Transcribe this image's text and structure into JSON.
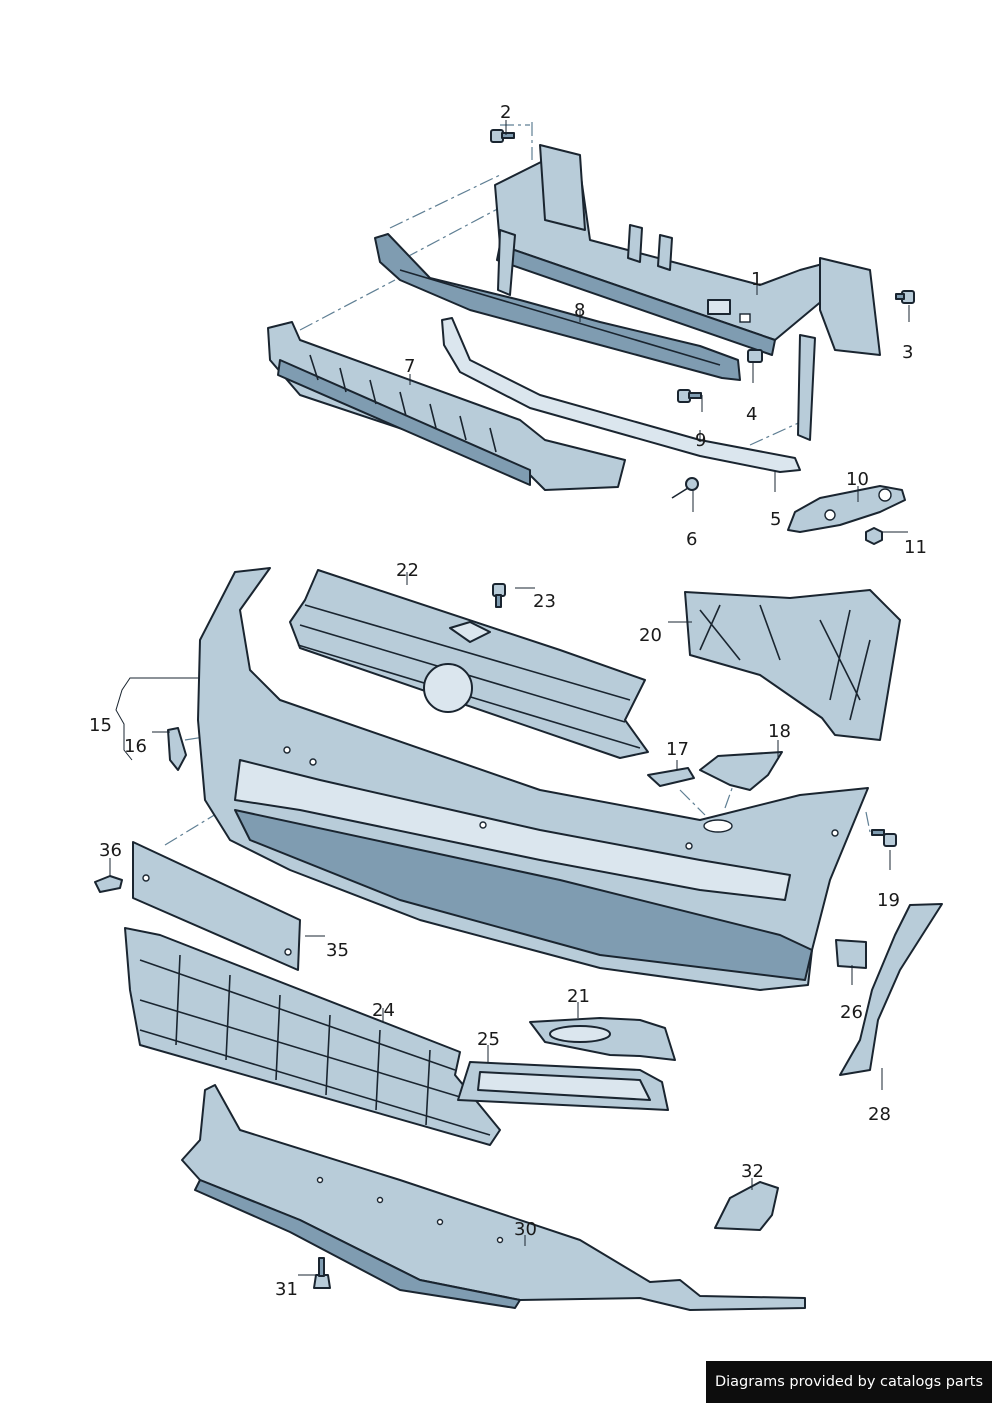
{
  "callouts": [
    {
      "id": "p1",
      "label": "1"
    },
    {
      "id": "p2",
      "label": "2"
    },
    {
      "id": "p3",
      "label": "3"
    },
    {
      "id": "p4",
      "label": "4"
    },
    {
      "id": "p5",
      "label": "5"
    },
    {
      "id": "p6",
      "label": "6"
    },
    {
      "id": "p7",
      "label": "7"
    },
    {
      "id": "p8",
      "label": "8"
    },
    {
      "id": "p9",
      "label": "9"
    },
    {
      "id": "p10",
      "label": "10"
    },
    {
      "id": "p11",
      "label": "11"
    },
    {
      "id": "p15",
      "label": "15"
    },
    {
      "id": "p16",
      "label": "16"
    },
    {
      "id": "p17",
      "label": "17"
    },
    {
      "id": "p18",
      "label": "18"
    },
    {
      "id": "p19",
      "label": "19"
    },
    {
      "id": "p20",
      "label": "20"
    },
    {
      "id": "p21",
      "label": "21"
    },
    {
      "id": "p22",
      "label": "22"
    },
    {
      "id": "p23",
      "label": "23"
    },
    {
      "id": "p24",
      "label": "24"
    },
    {
      "id": "p25",
      "label": "25"
    },
    {
      "id": "p26",
      "label": "26"
    },
    {
      "id": "p28",
      "label": "28"
    },
    {
      "id": "p30",
      "label": "30"
    },
    {
      "id": "p31",
      "label": "31"
    },
    {
      "id": "p32",
      "label": "32"
    },
    {
      "id": "p35",
      "label": "35"
    },
    {
      "id": "p36",
      "label": "36"
    }
  ],
  "credit": "Diagrams provided by catalogs parts",
  "colors": {
    "part_fill": "#b8ccd9",
    "part_dark": "#7f9cb1",
    "outline": "#1a2530",
    "credit_bg": "#0d0d0d"
  }
}
